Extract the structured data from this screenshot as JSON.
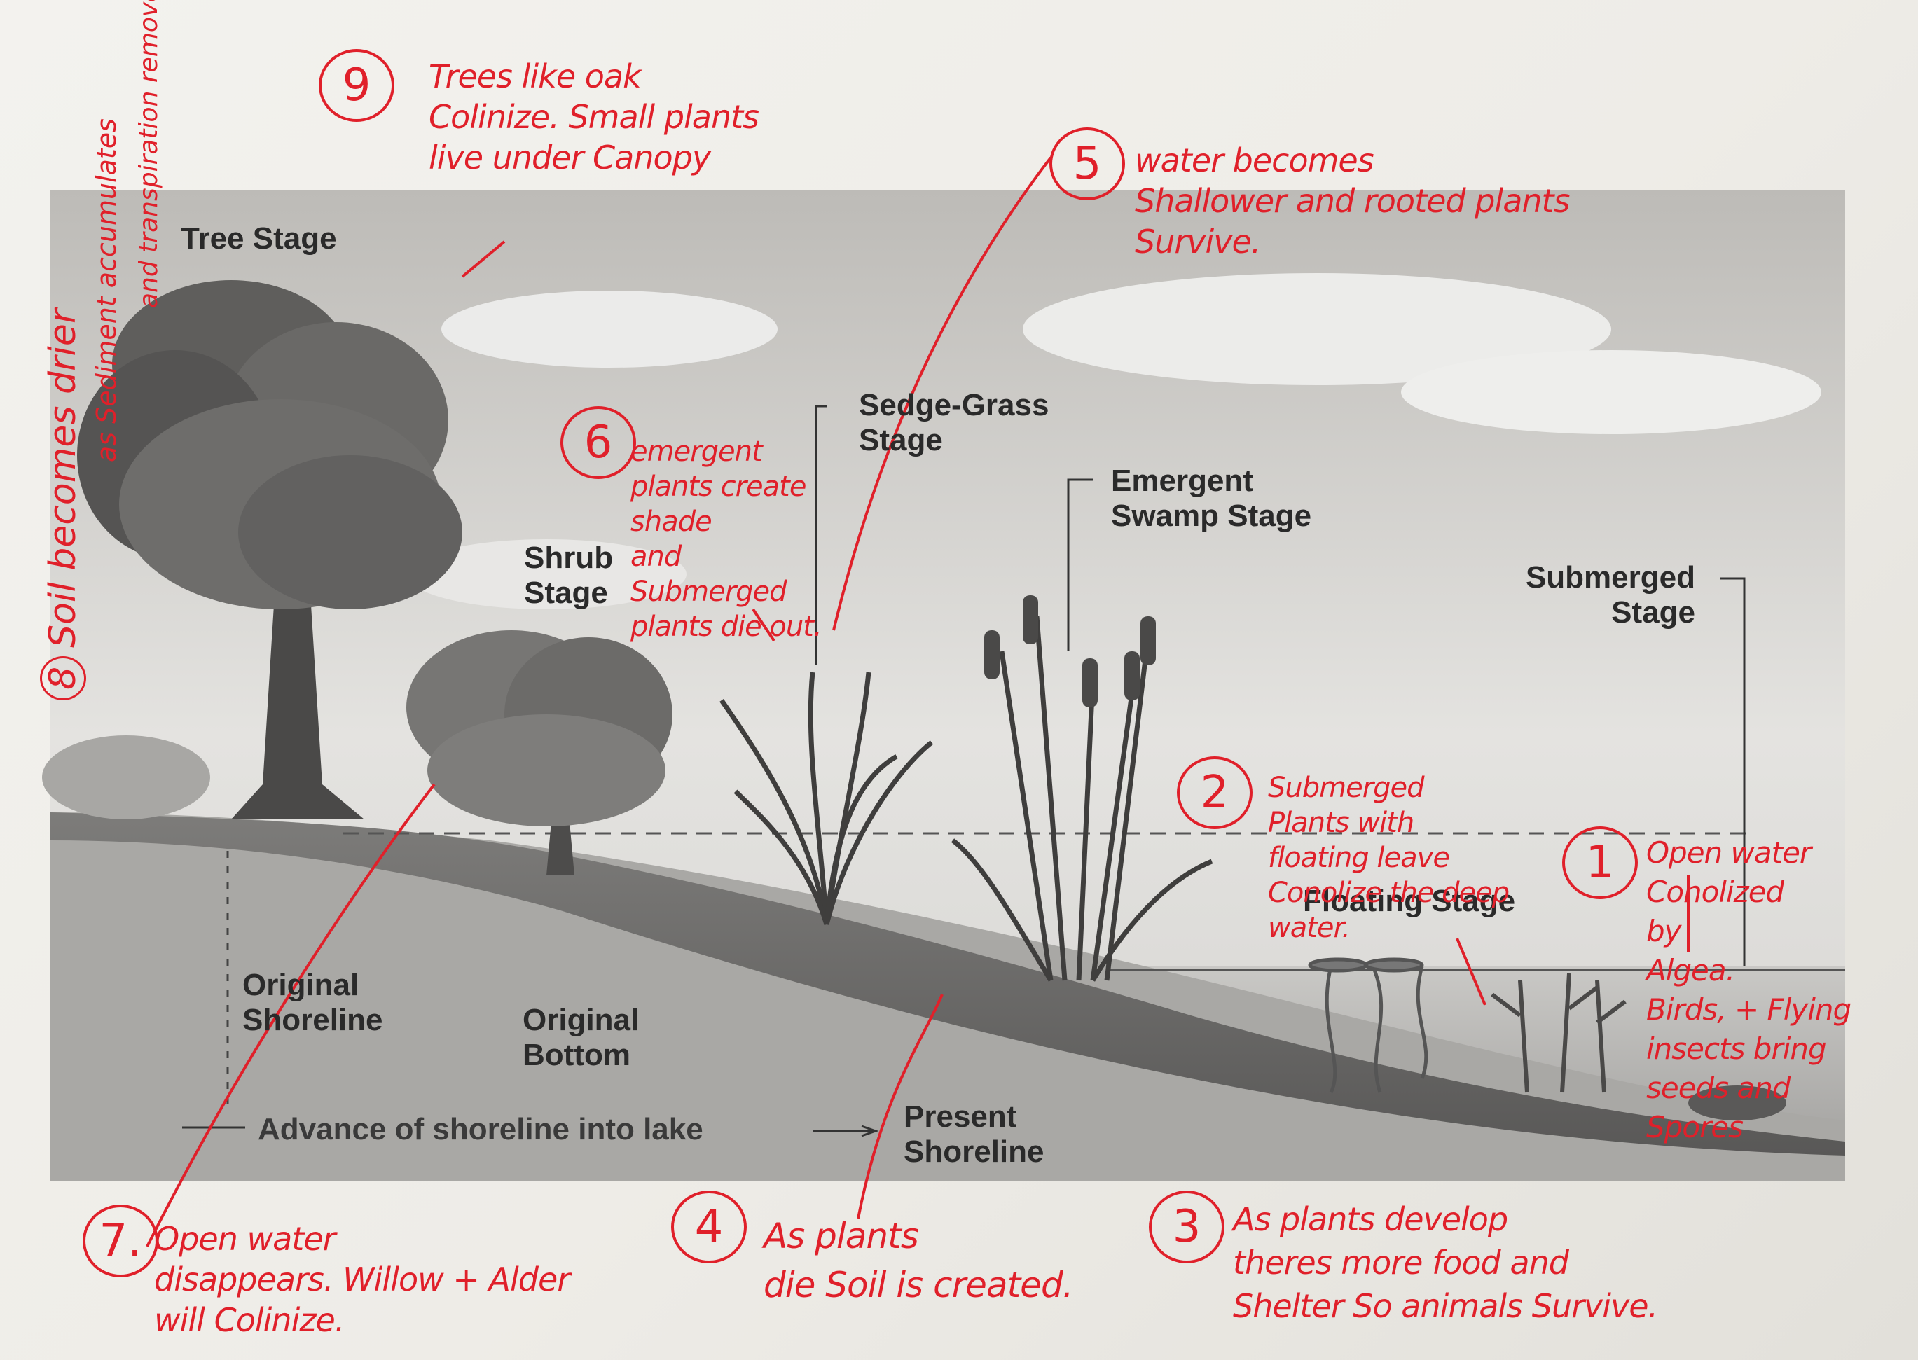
{
  "diagram": {
    "labels": {
      "tree_stage": "Tree Stage",
      "shrub_stage": "Shrub\nStage",
      "sedge_grass_stage": "Sedge-Grass\nStage",
      "emergent_swamp_stage": "Emergent\nSwamp Stage",
      "submerged_stage": "Submerged\nStage",
      "floating_stage": "Floating Stage",
      "original_shoreline": "Original\nShoreline",
      "original_bottom": "Original\nBottom",
      "advance": "Advance of shoreline into lake",
      "present_shoreline": "Present\nShoreline"
    }
  },
  "annotations": {
    "n1": {
      "number": "1",
      "text": "Open water\nConolized\nby\nAlgea.\nBirds, + Flying\ninsects bring\nseeds and\nSpores"
    },
    "n2": {
      "number": "2",
      "text": "Submerged\nPlants with\nfloating leave\nConolize  the deep\nwater."
    },
    "n3": {
      "number": "3",
      "text": "As plants develop\ntheres more food and\nShelter So animals Survive."
    },
    "n4": {
      "number": "4",
      "text": "As plants\ndie Soil is created."
    },
    "n5": {
      "number": "5",
      "text": "water becomes\nShallower and rooted plants\nSurvive."
    },
    "n6": {
      "number": "6",
      "text": "emergent\nplants create\nshade\nand\nSubmerged\nplants die out."
    },
    "n7": {
      "number": "7.",
      "text": "Open water\ndisappears.  Willow + Alder\nwill Colinize."
    },
    "n8": {
      "number": "8",
      "text": "Soil becomes drier"
    },
    "n8b": "as Sediment accumulates",
    "n8c": "and transpiration removes water",
    "n9": {
      "number": "9",
      "text": "Trees like oak\nColinize. Small plants\nlive under Canopy"
    }
  },
  "colors": {
    "ink_red": "#e0202a",
    "print_gray": "#2a2a2a"
  }
}
